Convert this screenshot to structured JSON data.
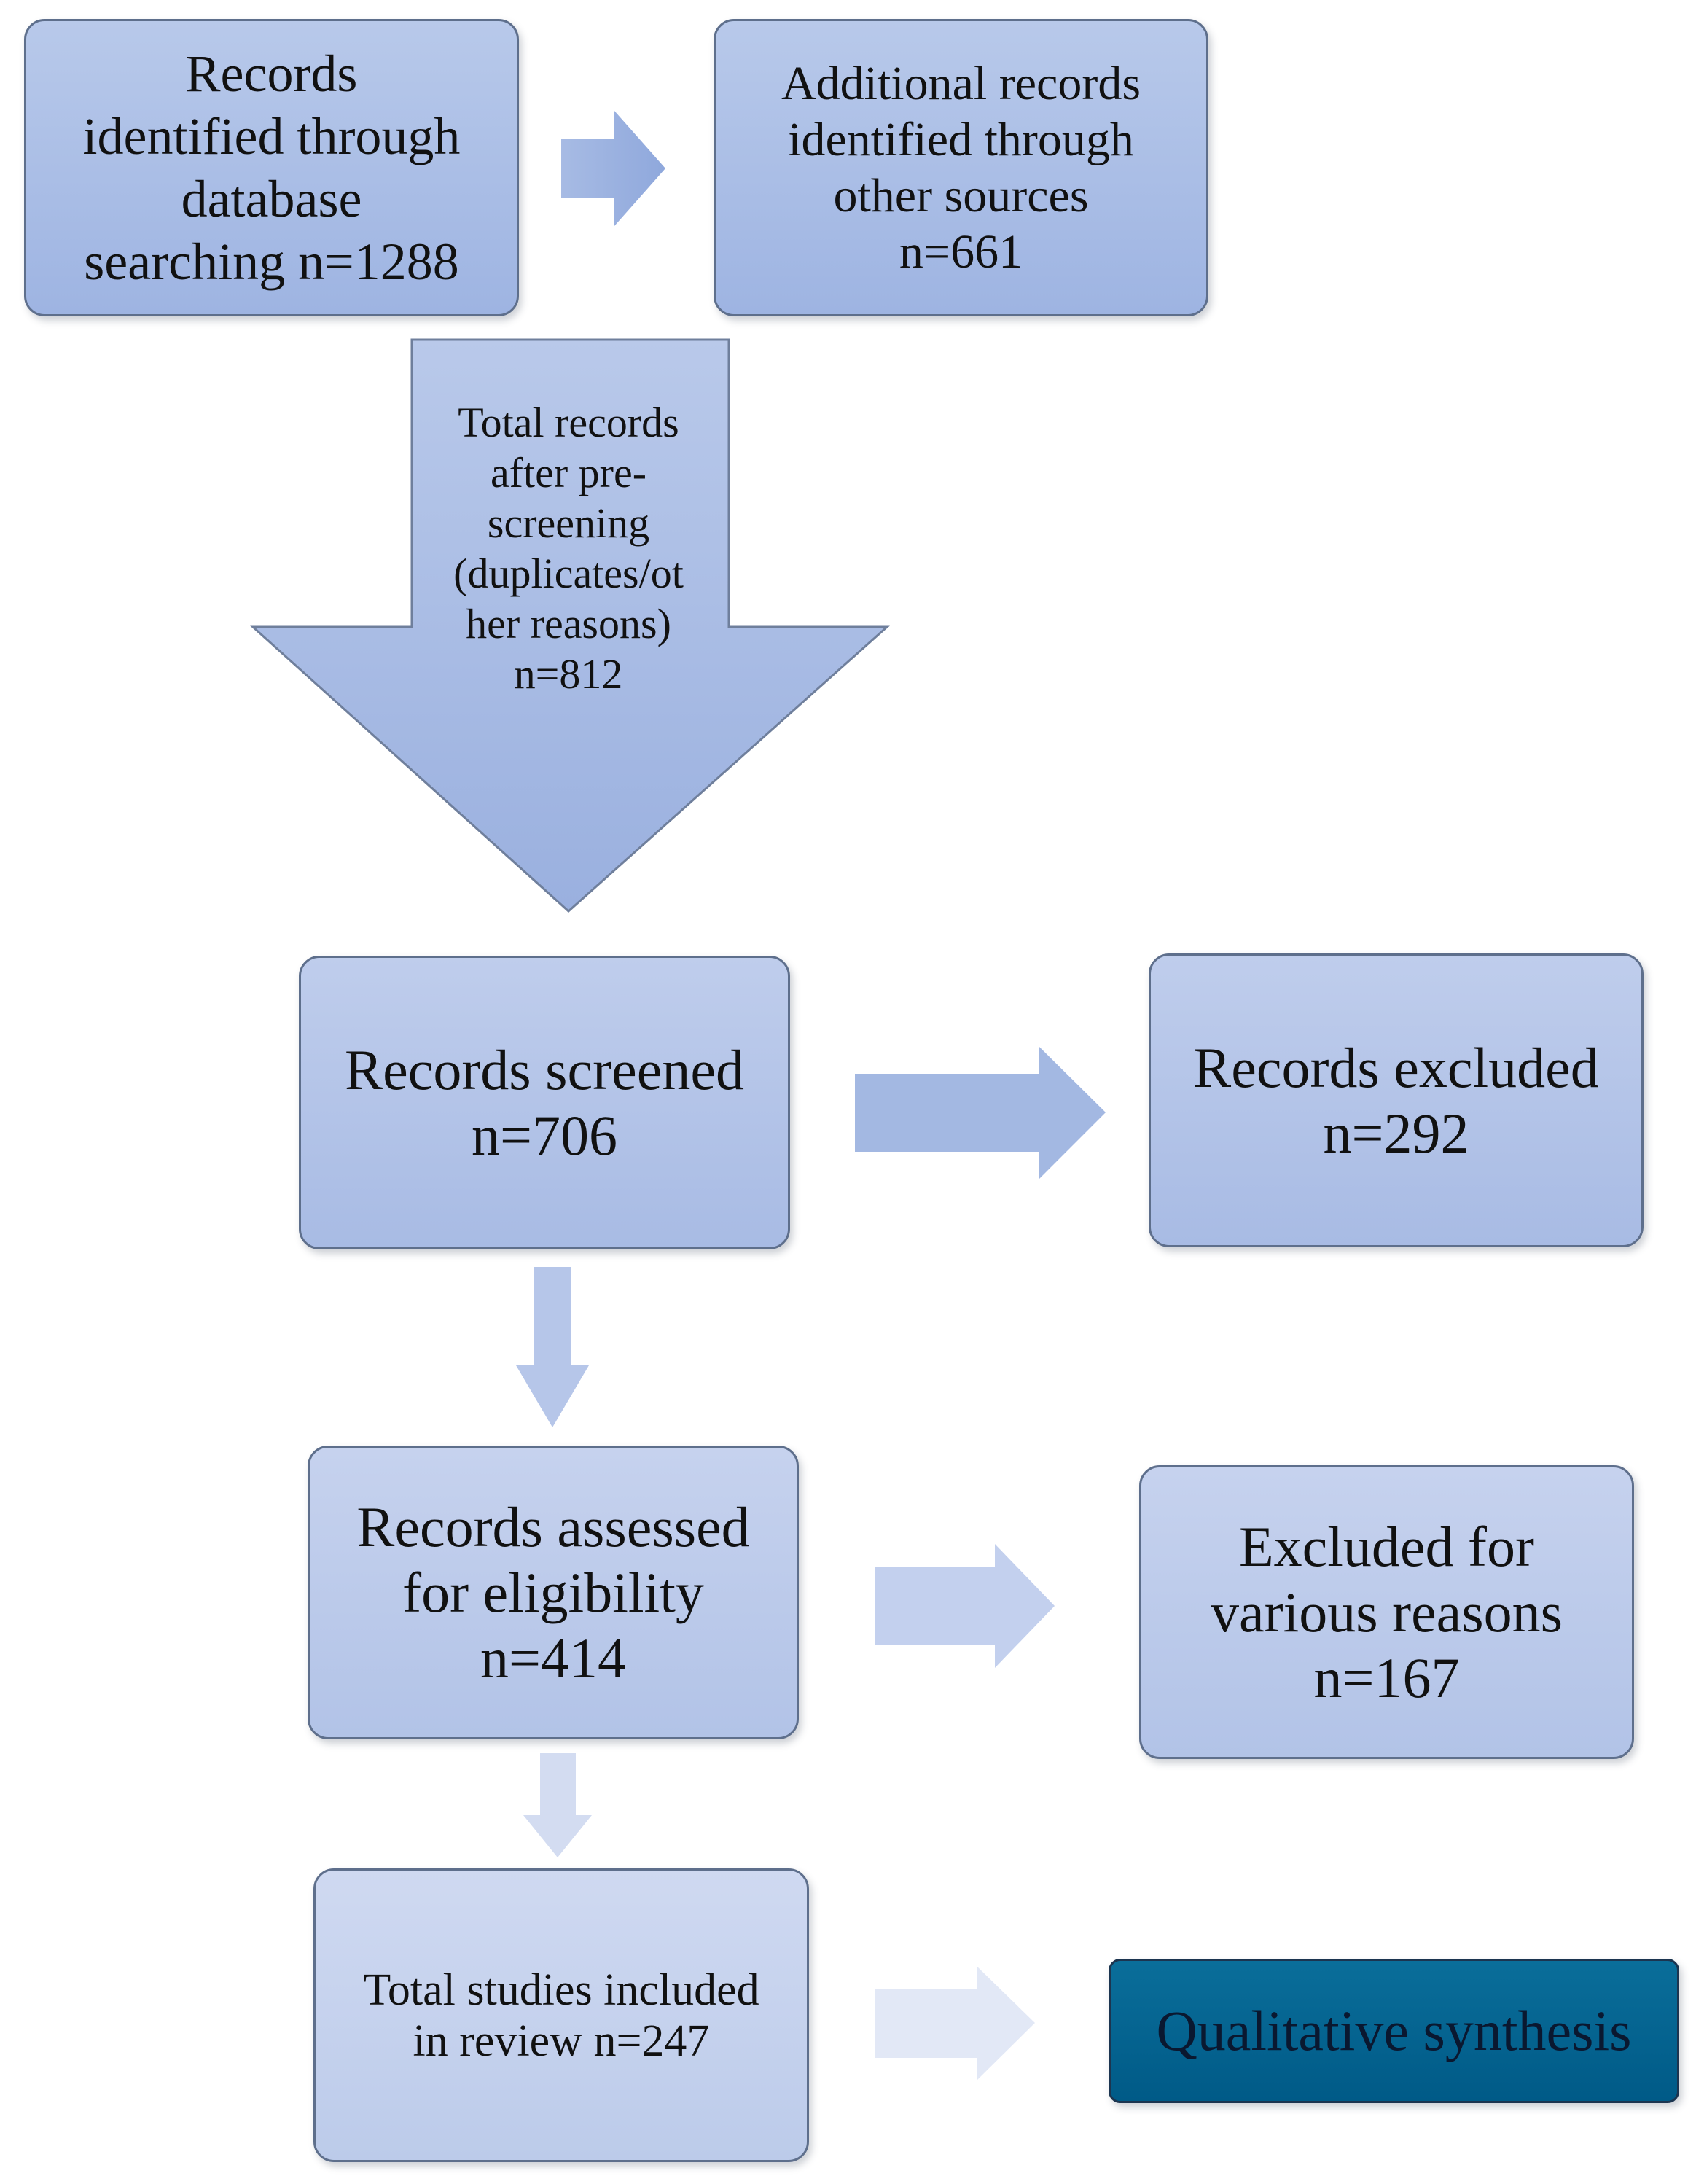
{
  "diagram": {
    "type": "flowchart",
    "nodes": {
      "database_search": {
        "lines": [
          "Records",
          "identified through",
          "database",
          "searching n=1288"
        ]
      },
      "other_sources": {
        "lines": [
          "Additional records",
          "identified through",
          "other sources",
          "n=661"
        ]
      },
      "prescreening": {
        "lines": [
          "Total records",
          "after pre-",
          "screening",
          "(duplicates/ot",
          "her reasons)",
          "n=812"
        ]
      },
      "screened": {
        "lines": [
          "Records screened",
          "n=706"
        ]
      },
      "excluded": {
        "lines": [
          "Records excluded",
          "n=292"
        ]
      },
      "eligibility": {
        "lines": [
          "Records assessed",
          "for eligibility",
          "n=414"
        ]
      },
      "excluded_various": {
        "lines": [
          "Excluded for",
          "various reasons",
          "n=167"
        ]
      },
      "included": {
        "lines": [
          "Total studies included",
          "in review n=247"
        ]
      },
      "synthesis": {
        "lines": [
          "Qualitative synthesis"
        ]
      }
    },
    "edges": [
      {
        "from": "database_search",
        "to": "other_sources"
      },
      {
        "from": "database_search",
        "to": "screened"
      },
      {
        "from": "screened",
        "to": "excluded"
      },
      {
        "from": "screened",
        "to": "eligibility"
      },
      {
        "from": "eligibility",
        "to": "excluded_various"
      },
      {
        "from": "eligibility",
        "to": "included"
      },
      {
        "from": "included",
        "to": "synthesis"
      }
    ],
    "colors": {
      "box_fill": "#a9bde5",
      "box_border": "#5e6f8c",
      "arrow_fill": "#9db2df",
      "synthesis_fill": "#005a87",
      "text": "#111111"
    }
  }
}
